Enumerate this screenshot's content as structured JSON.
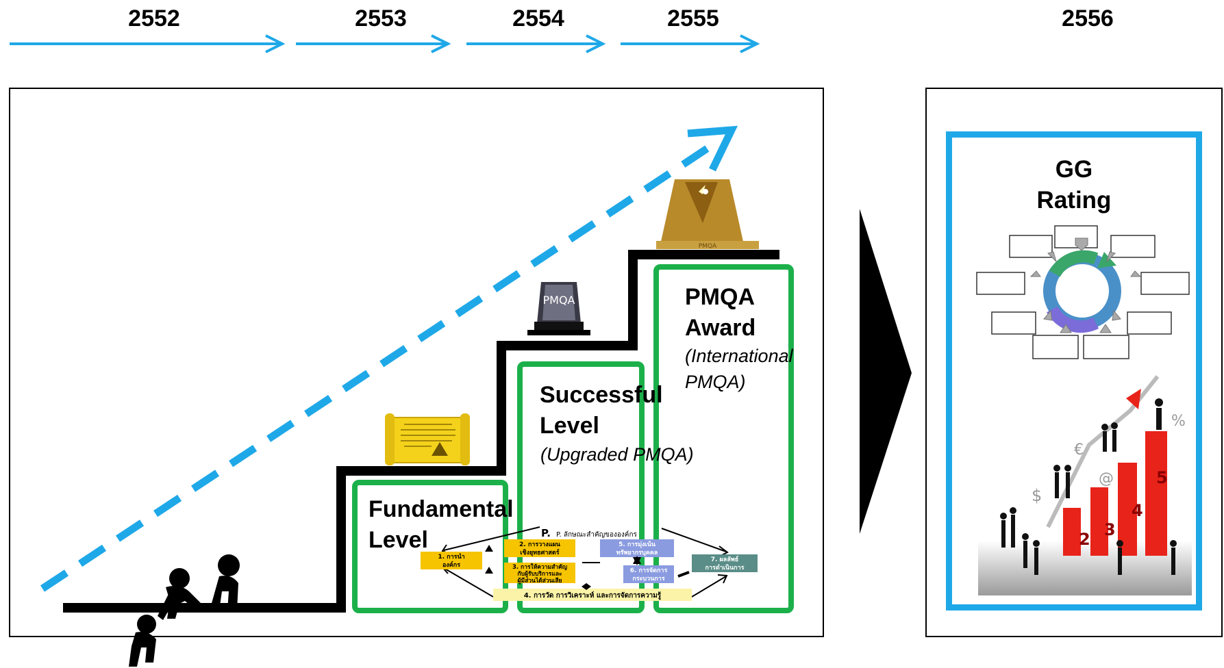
{
  "timeline": {
    "years": [
      "2552",
      "2553",
      "2554",
      "2555",
      "2556"
    ]
  },
  "levels": {
    "fundamental": {
      "title_line1": "Fundamental",
      "title_line2": "Level"
    },
    "successful": {
      "title_line1": "Successful",
      "title_line2": "Level",
      "subtitle": "(Upgraded PMQA)"
    },
    "award": {
      "title_line1": "PMQA",
      "title_line2": "Award",
      "subtitle_line1": "(International",
      "subtitle_line2": "PMQA)"
    }
  },
  "trophy_labels": {
    "award_plaque": "PMQA",
    "glass_trophy": "PMQA"
  },
  "framework": {
    "profile": "P. ลักษณะสำคัญขององค์กร",
    "c1": [
      "1. การนำ",
      "องค์กร"
    ],
    "c2": [
      "2. การวางแผน",
      "เชิงยุทธศาสตร์"
    ],
    "c3": [
      "3. การให้ความสำคัญ",
      "กับผู้รับบริการและ",
      "ผู้มีส่วนได้ส่วนเสีย"
    ],
    "c5": [
      "5. การมุ่งเน้น",
      "ทรัพยากรบุคคล"
    ],
    "c6": [
      "6. การจัดการ",
      "กระบวนการ"
    ],
    "c7": [
      "7. ผลลัพธ์",
      "การดำเนินการ"
    ],
    "c4": "4. การวัด การวิเคราะห์ และการจัดการความรู้"
  },
  "gg_rating": {
    "line1": "GG",
    "line2": "Rating"
  },
  "bar_chart": {
    "labels": [
      "2",
      "3",
      "4",
      "5"
    ],
    "values": [
      2,
      3,
      4,
      5
    ],
    "symbols": [
      "$",
      "€",
      "@",
      "%"
    ]
  },
  "colors": {
    "accent_blue": "#1fa8e8",
    "green": "#1cb04b",
    "bar_red": "#e8231a"
  }
}
